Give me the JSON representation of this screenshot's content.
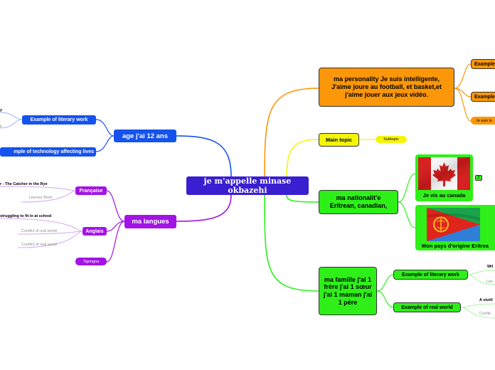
{
  "central": "je m'appelle minase okbazehi",
  "left": {
    "age": {
      "label": "age j'ai 12 ans",
      "literary": "Example of literary work",
      "literary_sub": "k",
      "tech": "mple of technology affecting lives",
      "top_cut": "y"
    },
    "langues": {
      "label": "ma langues",
      "francaise": "Française",
      "francaise_title": "r - The Catcher in the Rye",
      "francaise_sub": "Literary Work",
      "anglais": "Anglais",
      "anglais_title": "struggling to fit in at school",
      "anglais_sub1": "Conflict of real world",
      "anglais_sub2": "Conflict of real world",
      "tigringna": "Tigringna"
    }
  },
  "right": {
    "personality": {
      "label": "ma personality Je suis intelligente, J'aime joure au football, et basket,et j'aime jouer aux jeux vidéo.",
      "ex1": "Example",
      "ex2": "Example",
      "ex3": "Je suis in"
    },
    "main_topic": {
      "label": "Main topic",
      "subtopic": "Subtopic"
    },
    "nationalite": {
      "label": "ma nationalit'e Eritrean, canadian,",
      "canada_caption": "Je vis au canada",
      "badge": "2",
      "eritrea_caption": "Mon pays d'origine Eritrea"
    },
    "famille": {
      "label": "ma famille j'ai 1 frère j'ai 1 sœur j'ai 1 maman j'ai 1 père",
      "literary": "Example of literary work",
      "literary_title": "Wil",
      "literary_sub": "Lite",
      "realworld": "Example of real world",
      "real_title": "A stuttl",
      "real_sub": "Conflic"
    }
  },
  "colors": {
    "central": "#3a1fd1",
    "blue": "#1553ee",
    "purple": "#a313e6",
    "orange": "#fb9708",
    "yellow": "#f5f50a",
    "green": "#2ef018"
  },
  "icons": {
    "canada": "canada-flag-icon",
    "eritrea": "eritrea-flag-icon"
  }
}
